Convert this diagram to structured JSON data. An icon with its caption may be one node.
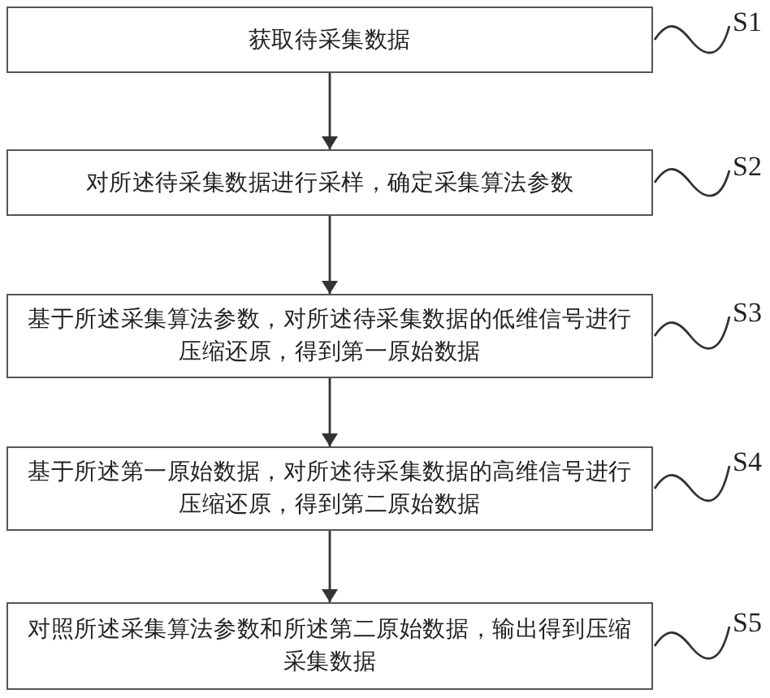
{
  "diagram": {
    "nodes": [
      {
        "text": [
          "获取待采集数据"
        ]
      },
      {
        "text": [
          "对所述待采集数据进行采样，确定采集算法参数"
        ]
      },
      {
        "text": [
          "基于所述采集算法参数，对所述待采集数据的低维信号进行压缩还原，得到第一原始数据"
        ]
      },
      {
        "text": [
          "基于所述第一原始数据，对所述待采集数据的高维信号进行压缩还原，得到第二原始数据"
        ]
      },
      {
        "text": [
          "对照所述采集算法参数和所述第二原始数据，输出得到压缩采集数据"
        ]
      },
      {
        "text": [
          "S1"
        ]
      },
      {
        "text": [
          "S2"
        ]
      },
      {
        "text": [
          "S3"
        ]
      },
      {
        "text": [
          "S4"
        ]
      },
      {
        "text": [
          "S5"
        ]
      }
    ],
    "edges": [
      {
        "from": 0,
        "to": 1,
        "arrow": "to"
      },
      {
        "from": 1,
        "to": 2,
        "arrow": "to"
      },
      {
        "from": 2,
        "to": 3,
        "arrow": "to"
      },
      {
        "from": 3,
        "to": 4,
        "arrow": "to"
      },
      {
        "from": 5,
        "to": 0,
        "arrow": "none"
      },
      {
        "from": 6,
        "to": 1,
        "arrow": "none"
      },
      {
        "from": 7,
        "to": 2,
        "arrow": "none"
      },
      {
        "from": 8,
        "to": 3,
        "arrow": "none"
      },
      {
        "from": 9,
        "to": 4,
        "arrow": "none"
      }
    ]
  }
}
